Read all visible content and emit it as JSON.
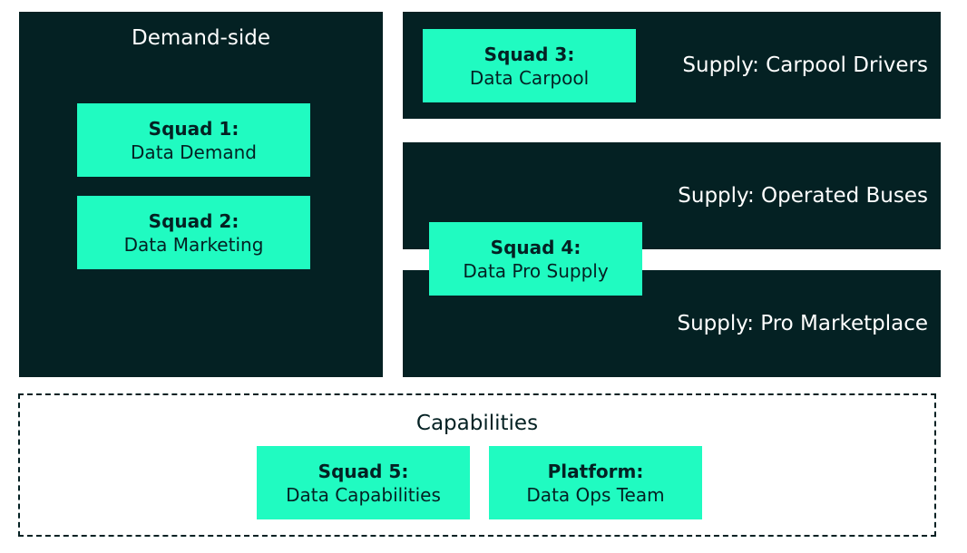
{
  "demand": {
    "title": "Demand-side",
    "squad1": {
      "name": "Squad 1:",
      "team": "Data Demand"
    },
    "squad2": {
      "name": "Squad 2:",
      "team": "Data Marketing"
    }
  },
  "supply_carpool": {
    "title": "Supply: Carpool Drivers",
    "squad3": {
      "name": "Squad 3:",
      "team": "Data Carpool"
    }
  },
  "supply_buses": {
    "title": "Supply: Operated Buses"
  },
  "supply_pro": {
    "title": "Supply: Pro Marketplace"
  },
  "squad4": {
    "name": "Squad 4:",
    "team": "Data Pro Supply"
  },
  "capabilities": {
    "title": "Capabilities",
    "squad5": {
      "name": "Squad 5:",
      "team": "Data Capabilities"
    },
    "platform": {
      "name": "Platform:",
      "team": "Data Ops Team"
    }
  },
  "colors": {
    "panel": "#042123",
    "squad": "#20fbc1",
    "text_light": "#ffffff"
  }
}
